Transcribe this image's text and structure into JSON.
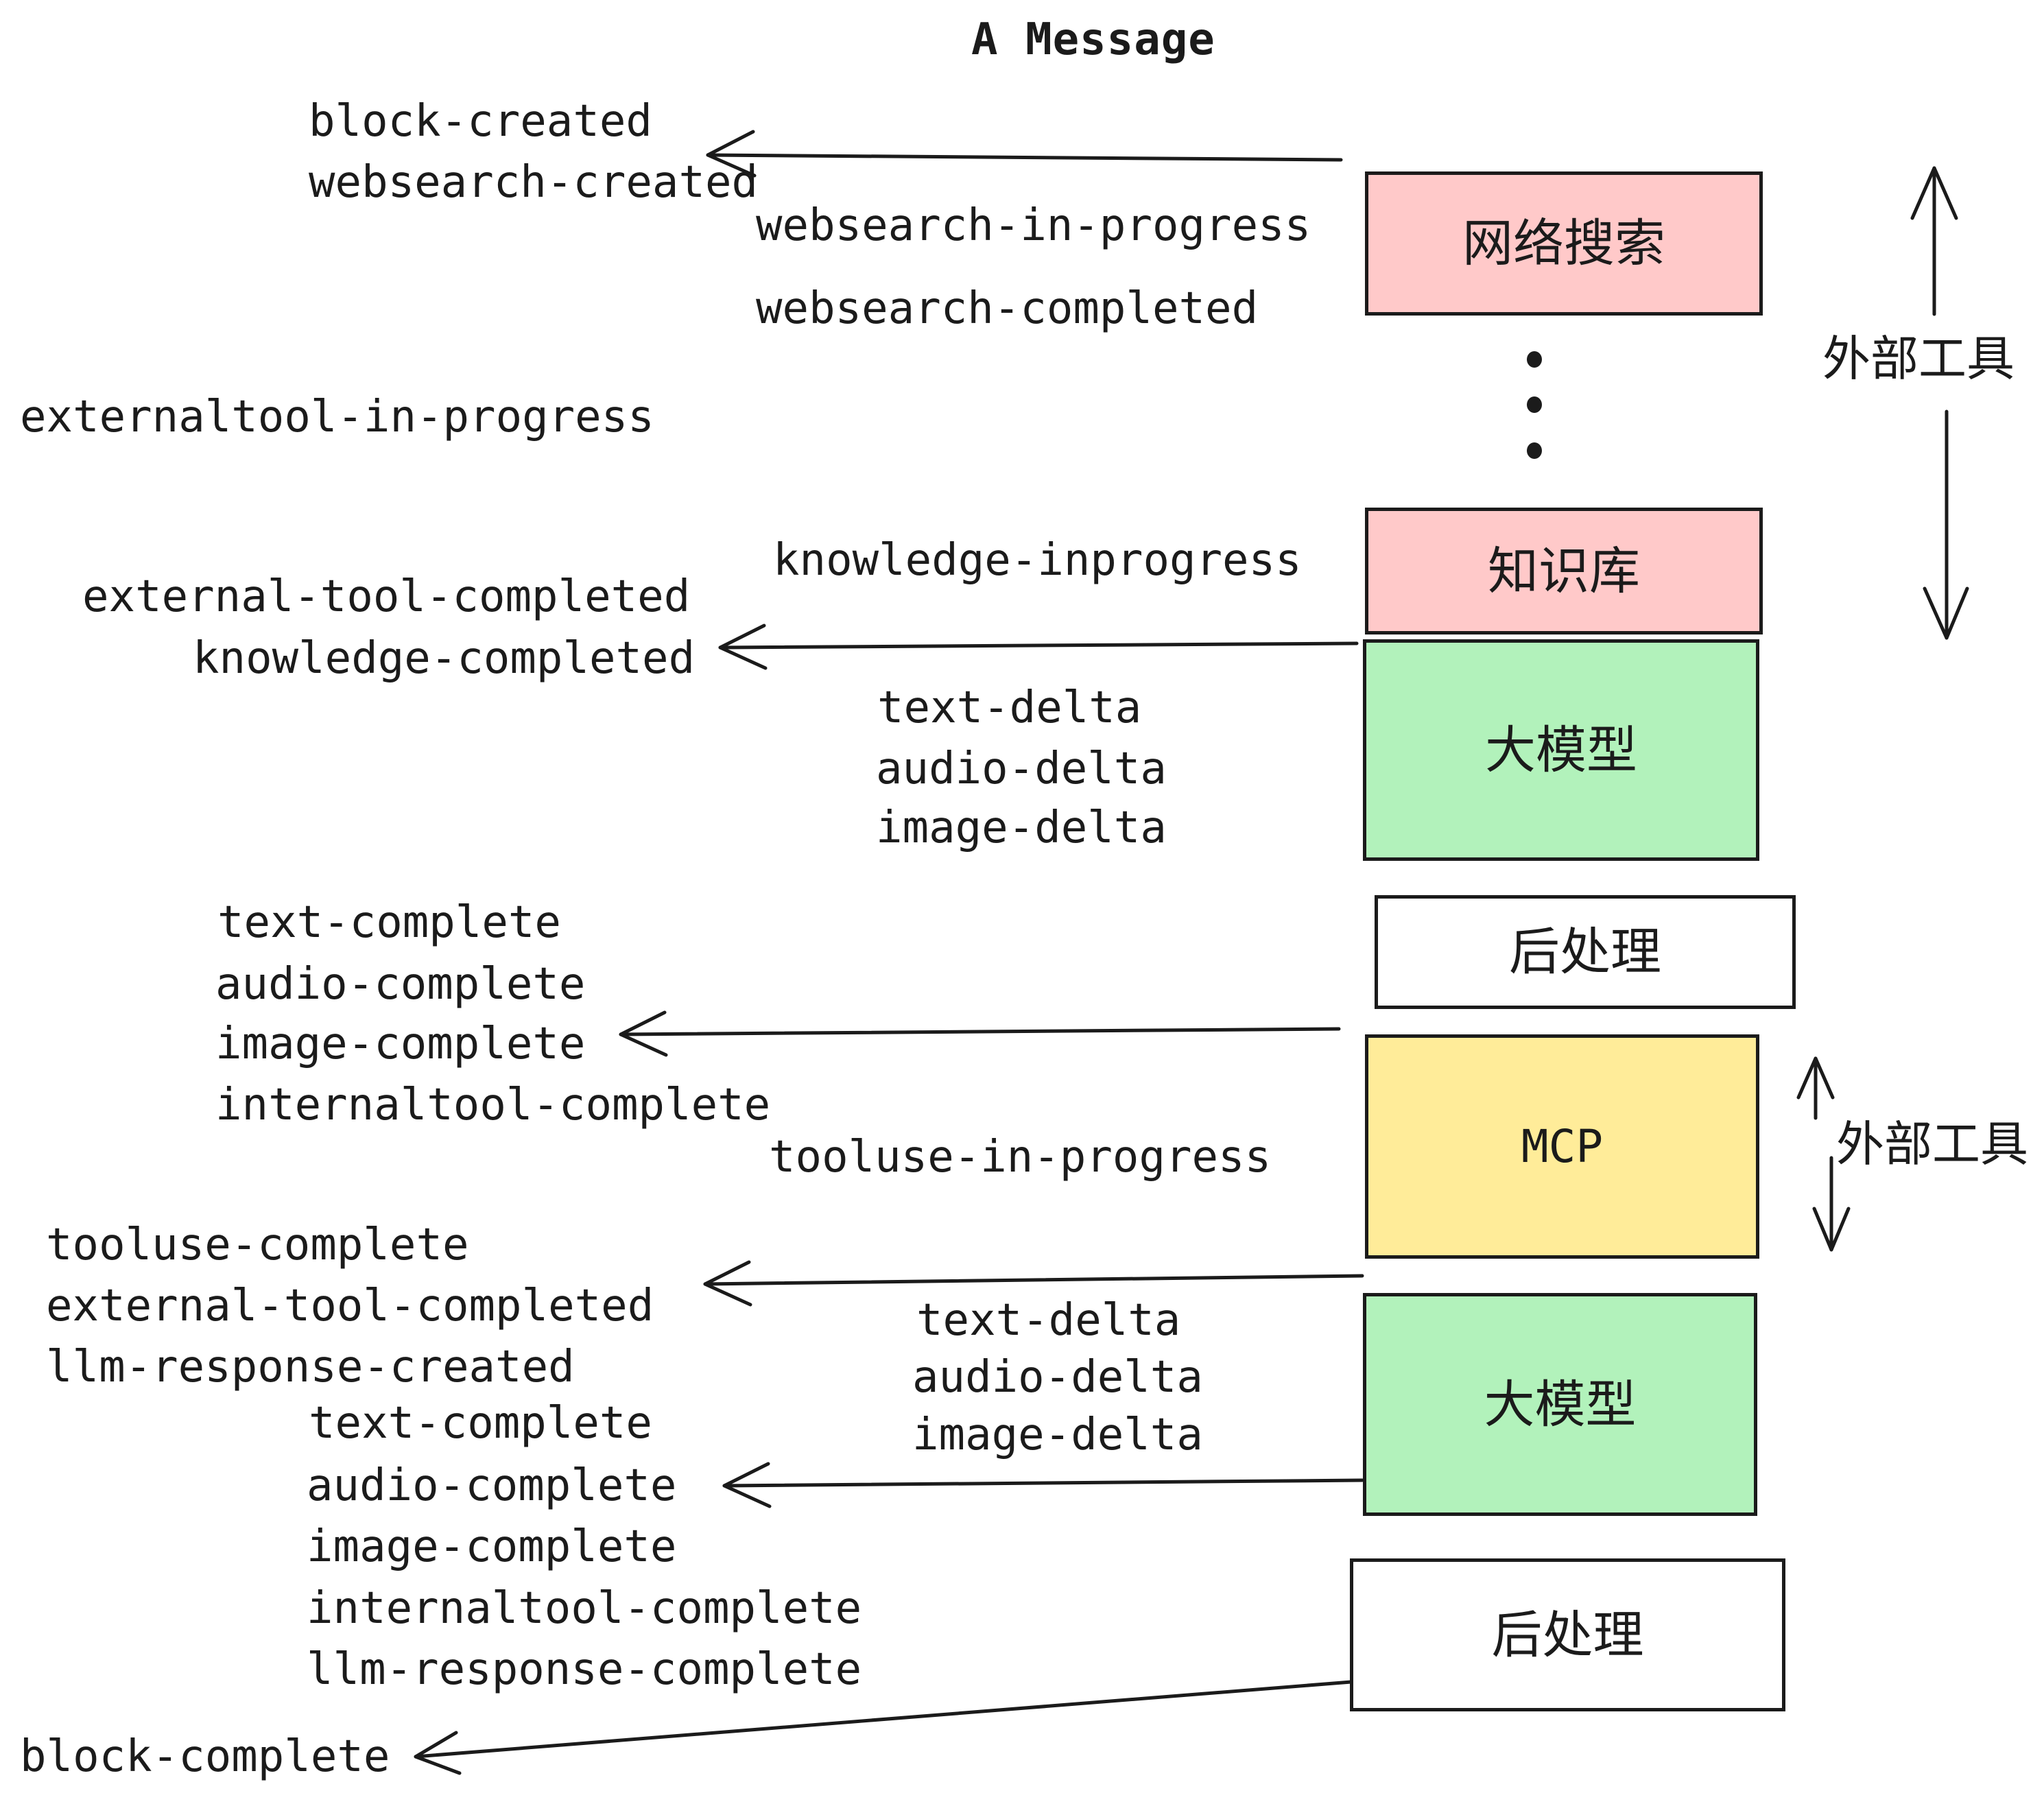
{
  "title": "A Message",
  "colors": {
    "box_pink": "#FFC9C9",
    "box_green": "#B2F2BB",
    "box_yellow": "#FFEC99",
    "box_white": "#FFFFFF",
    "stroke": "#1B1B1B"
  },
  "boxes": [
    {
      "id": "websearch",
      "label": "网络搜索",
      "color": "#FFC9C9"
    },
    {
      "id": "knowledge",
      "label": "知识库",
      "color": "#FFC9C9"
    },
    {
      "id": "llm_top",
      "label": "大模型",
      "color": "#B2F2BB"
    },
    {
      "id": "postprocess_top",
      "label": "后处理",
      "color": "#FFFFFF"
    },
    {
      "id": "mcp",
      "label": "MCP",
      "color": "#FFEC99"
    },
    {
      "id": "llm_bottom",
      "label": "大模型",
      "color": "#B2F2BB"
    },
    {
      "id": "postprocess_bottom",
      "label": "后处理",
      "color": "#FFFFFF"
    }
  ],
  "side_labels": [
    {
      "id": "external-tools-top",
      "text": "外部工具"
    },
    {
      "id": "external-tools-bottom",
      "text": "外部工具"
    }
  ],
  "events": [
    {
      "id": "block-created",
      "text": "block-created"
    },
    {
      "id": "websearch-created",
      "text": "websearch-created"
    },
    {
      "id": "websearch-in-progress",
      "text": "websearch-in-progress"
    },
    {
      "id": "websearch-completed",
      "text": "websearch-completed"
    },
    {
      "id": "externaltool-in-progress",
      "text": "externaltool-in-progress"
    },
    {
      "id": "knowledge-inprogress",
      "text": "knowledge-inprogress"
    },
    {
      "id": "external-tool-completed-1",
      "text": "external-tool-completed"
    },
    {
      "id": "knowledge-completed",
      "text": "knowledge-completed"
    },
    {
      "id": "text-delta-1",
      "text": "text-delta"
    },
    {
      "id": "audio-delta-1",
      "text": "audio-delta"
    },
    {
      "id": "image-delta-1",
      "text": "image-delta"
    },
    {
      "id": "text-complete-1",
      "text": "text-complete"
    },
    {
      "id": "audio-complete-1",
      "text": "audio-complete"
    },
    {
      "id": "image-complete-1",
      "text": "image-complete"
    },
    {
      "id": "internaltool-complete-1",
      "text": "internaltool-complete"
    },
    {
      "id": "tooluse-in-progress",
      "text": "tooluse-in-progress"
    },
    {
      "id": "tooluse-complete",
      "text": "tooluse-complete"
    },
    {
      "id": "external-tool-completed-2",
      "text": "external-tool-completed"
    },
    {
      "id": "llm-response-created",
      "text": "llm-response-created"
    },
    {
      "id": "text-delta-2",
      "text": "text-delta"
    },
    {
      "id": "audio-delta-2",
      "text": "audio-delta"
    },
    {
      "id": "image-delta-2",
      "text": "image-delta"
    },
    {
      "id": "text-complete-2",
      "text": "text-complete"
    },
    {
      "id": "audio-complete-2",
      "text": "audio-complete"
    },
    {
      "id": "image-complete-2",
      "text": "image-complete"
    },
    {
      "id": "internaltool-complete-2",
      "text": "internaltool-complete"
    },
    {
      "id": "llm-response-complete",
      "text": "llm-response-complete"
    },
    {
      "id": "block-complete",
      "text": "block-complete"
    }
  ]
}
